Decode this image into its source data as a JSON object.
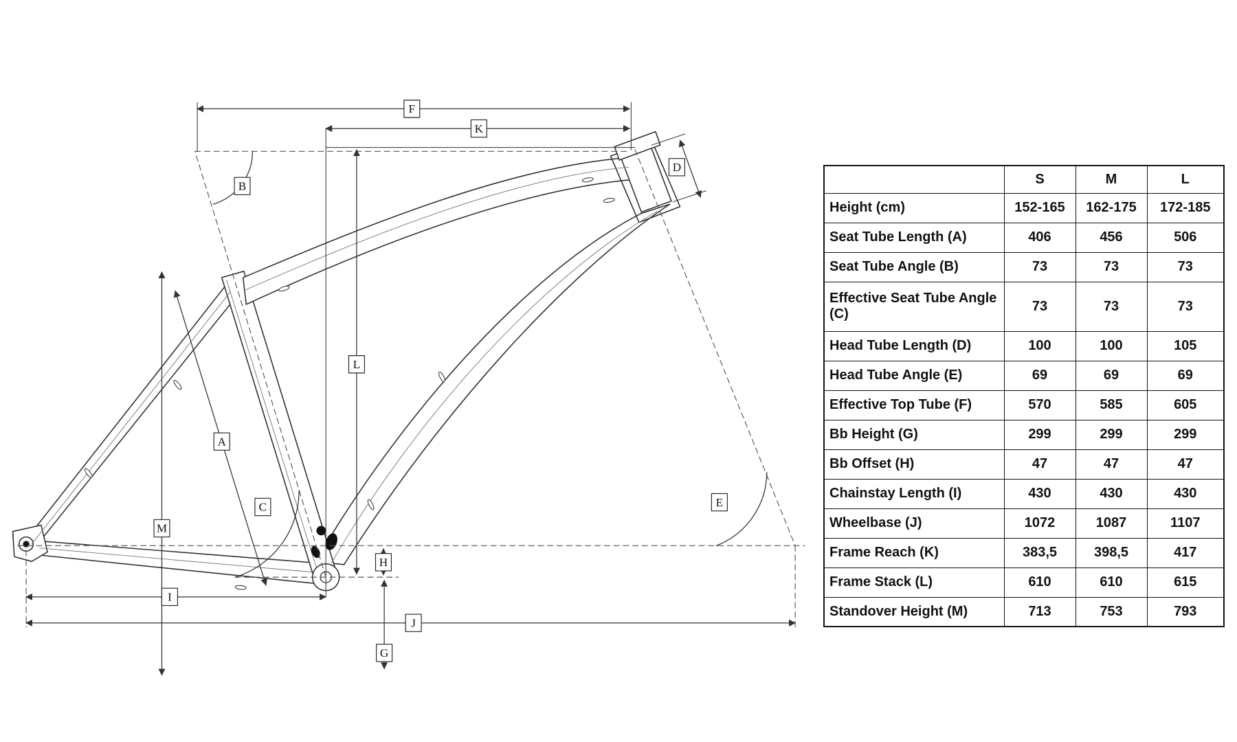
{
  "diagram": {
    "labels": [
      "F",
      "K",
      "B",
      "D",
      "L",
      "A",
      "C",
      "M",
      "E",
      "H",
      "I",
      "J",
      "G"
    ]
  },
  "table": {
    "corner": "",
    "columns": [
      "S",
      "M",
      "L"
    ],
    "rows": [
      {
        "label": "Height (cm)",
        "values": [
          "152-165",
          "162-175",
          "172-185"
        ]
      },
      {
        "label": "Seat Tube Length (A)",
        "values": [
          "406",
          "456",
          "506"
        ]
      },
      {
        "label": "Seat Tube Angle (B)",
        "values": [
          "73",
          "73",
          "73"
        ]
      },
      {
        "label": "Effective Seat Tube Angle (C)",
        "values": [
          "73",
          "73",
          "73"
        ]
      },
      {
        "label": "Head Tube Length (D)",
        "values": [
          "100",
          "100",
          "105"
        ]
      },
      {
        "label": "Head Tube Angle (E)",
        "values": [
          "69",
          "69",
          "69"
        ]
      },
      {
        "label": "Effective Top Tube (F)",
        "values": [
          "570",
          "585",
          "605"
        ]
      },
      {
        "label": "Bb Height (G)",
        "values": [
          "299",
          "299",
          "299"
        ]
      },
      {
        "label": "Bb Offset (H)",
        "values": [
          "47",
          "47",
          "47"
        ]
      },
      {
        "label": "Chainstay Length (I)",
        "values": [
          "430",
          "430",
          "430"
        ]
      },
      {
        "label": "Wheelbase (J)",
        "values": [
          "1072",
          "1087",
          "1107"
        ]
      },
      {
        "label": "Frame Reach (K)",
        "values": [
          "383,5",
          "398,5",
          "417"
        ]
      },
      {
        "label": "Frame Stack (L)",
        "values": [
          "610",
          "610",
          "615"
        ]
      },
      {
        "label": "Standover Height (M)",
        "values": [
          "713",
          "753",
          "793"
        ]
      }
    ]
  }
}
